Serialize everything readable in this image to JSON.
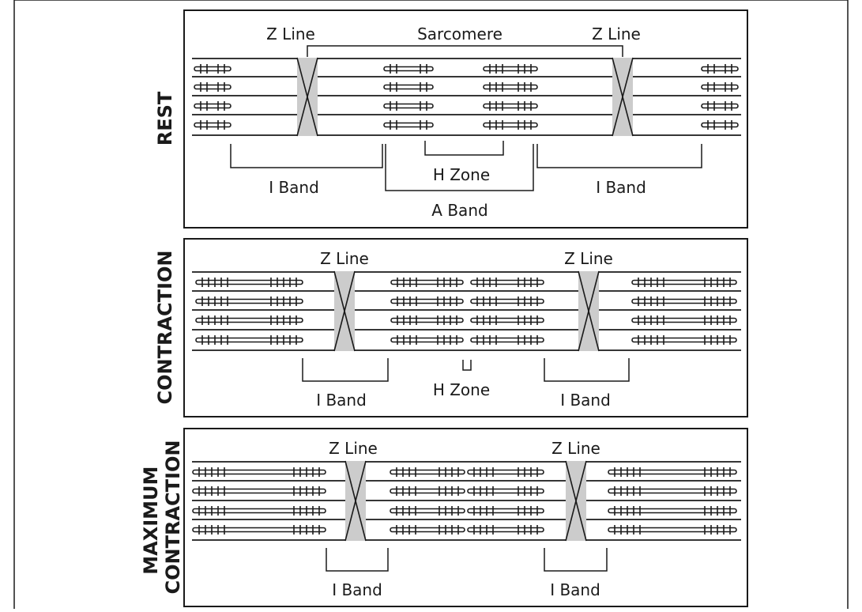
{
  "panels": [
    {
      "state_label_lines": [
        "REST"
      ],
      "labels": {
        "z_line_left": "Z Line",
        "sarcomere": "Sarcomere",
        "z_line_right": "Z Line",
        "i_band_left": "I Band",
        "h_zone": "H Zone",
        "i_band_right": "I Band",
        "a_band": "A Band"
      }
    },
    {
      "state_label_lines": [
        "CONTRACTION"
      ],
      "labels": {
        "z_line_left": "Z Line",
        "z_line_right": "Z Line",
        "i_band_left": "I Band",
        "h_zone": "H Zone",
        "i_band_right": "I Band"
      }
    },
    {
      "state_label_lines": [
        "MAXIMUM",
        "CONTRACTION"
      ],
      "labels": {
        "z_line_left": "Z Line",
        "z_line_right": "Z Line",
        "i_band_left": "I Band",
        "i_band_right": "I Band"
      }
    }
  ],
  "colors": {
    "ink": "#1a1a1a",
    "z_disc_fill": "#cccccc",
    "background": "#ffffff"
  }
}
